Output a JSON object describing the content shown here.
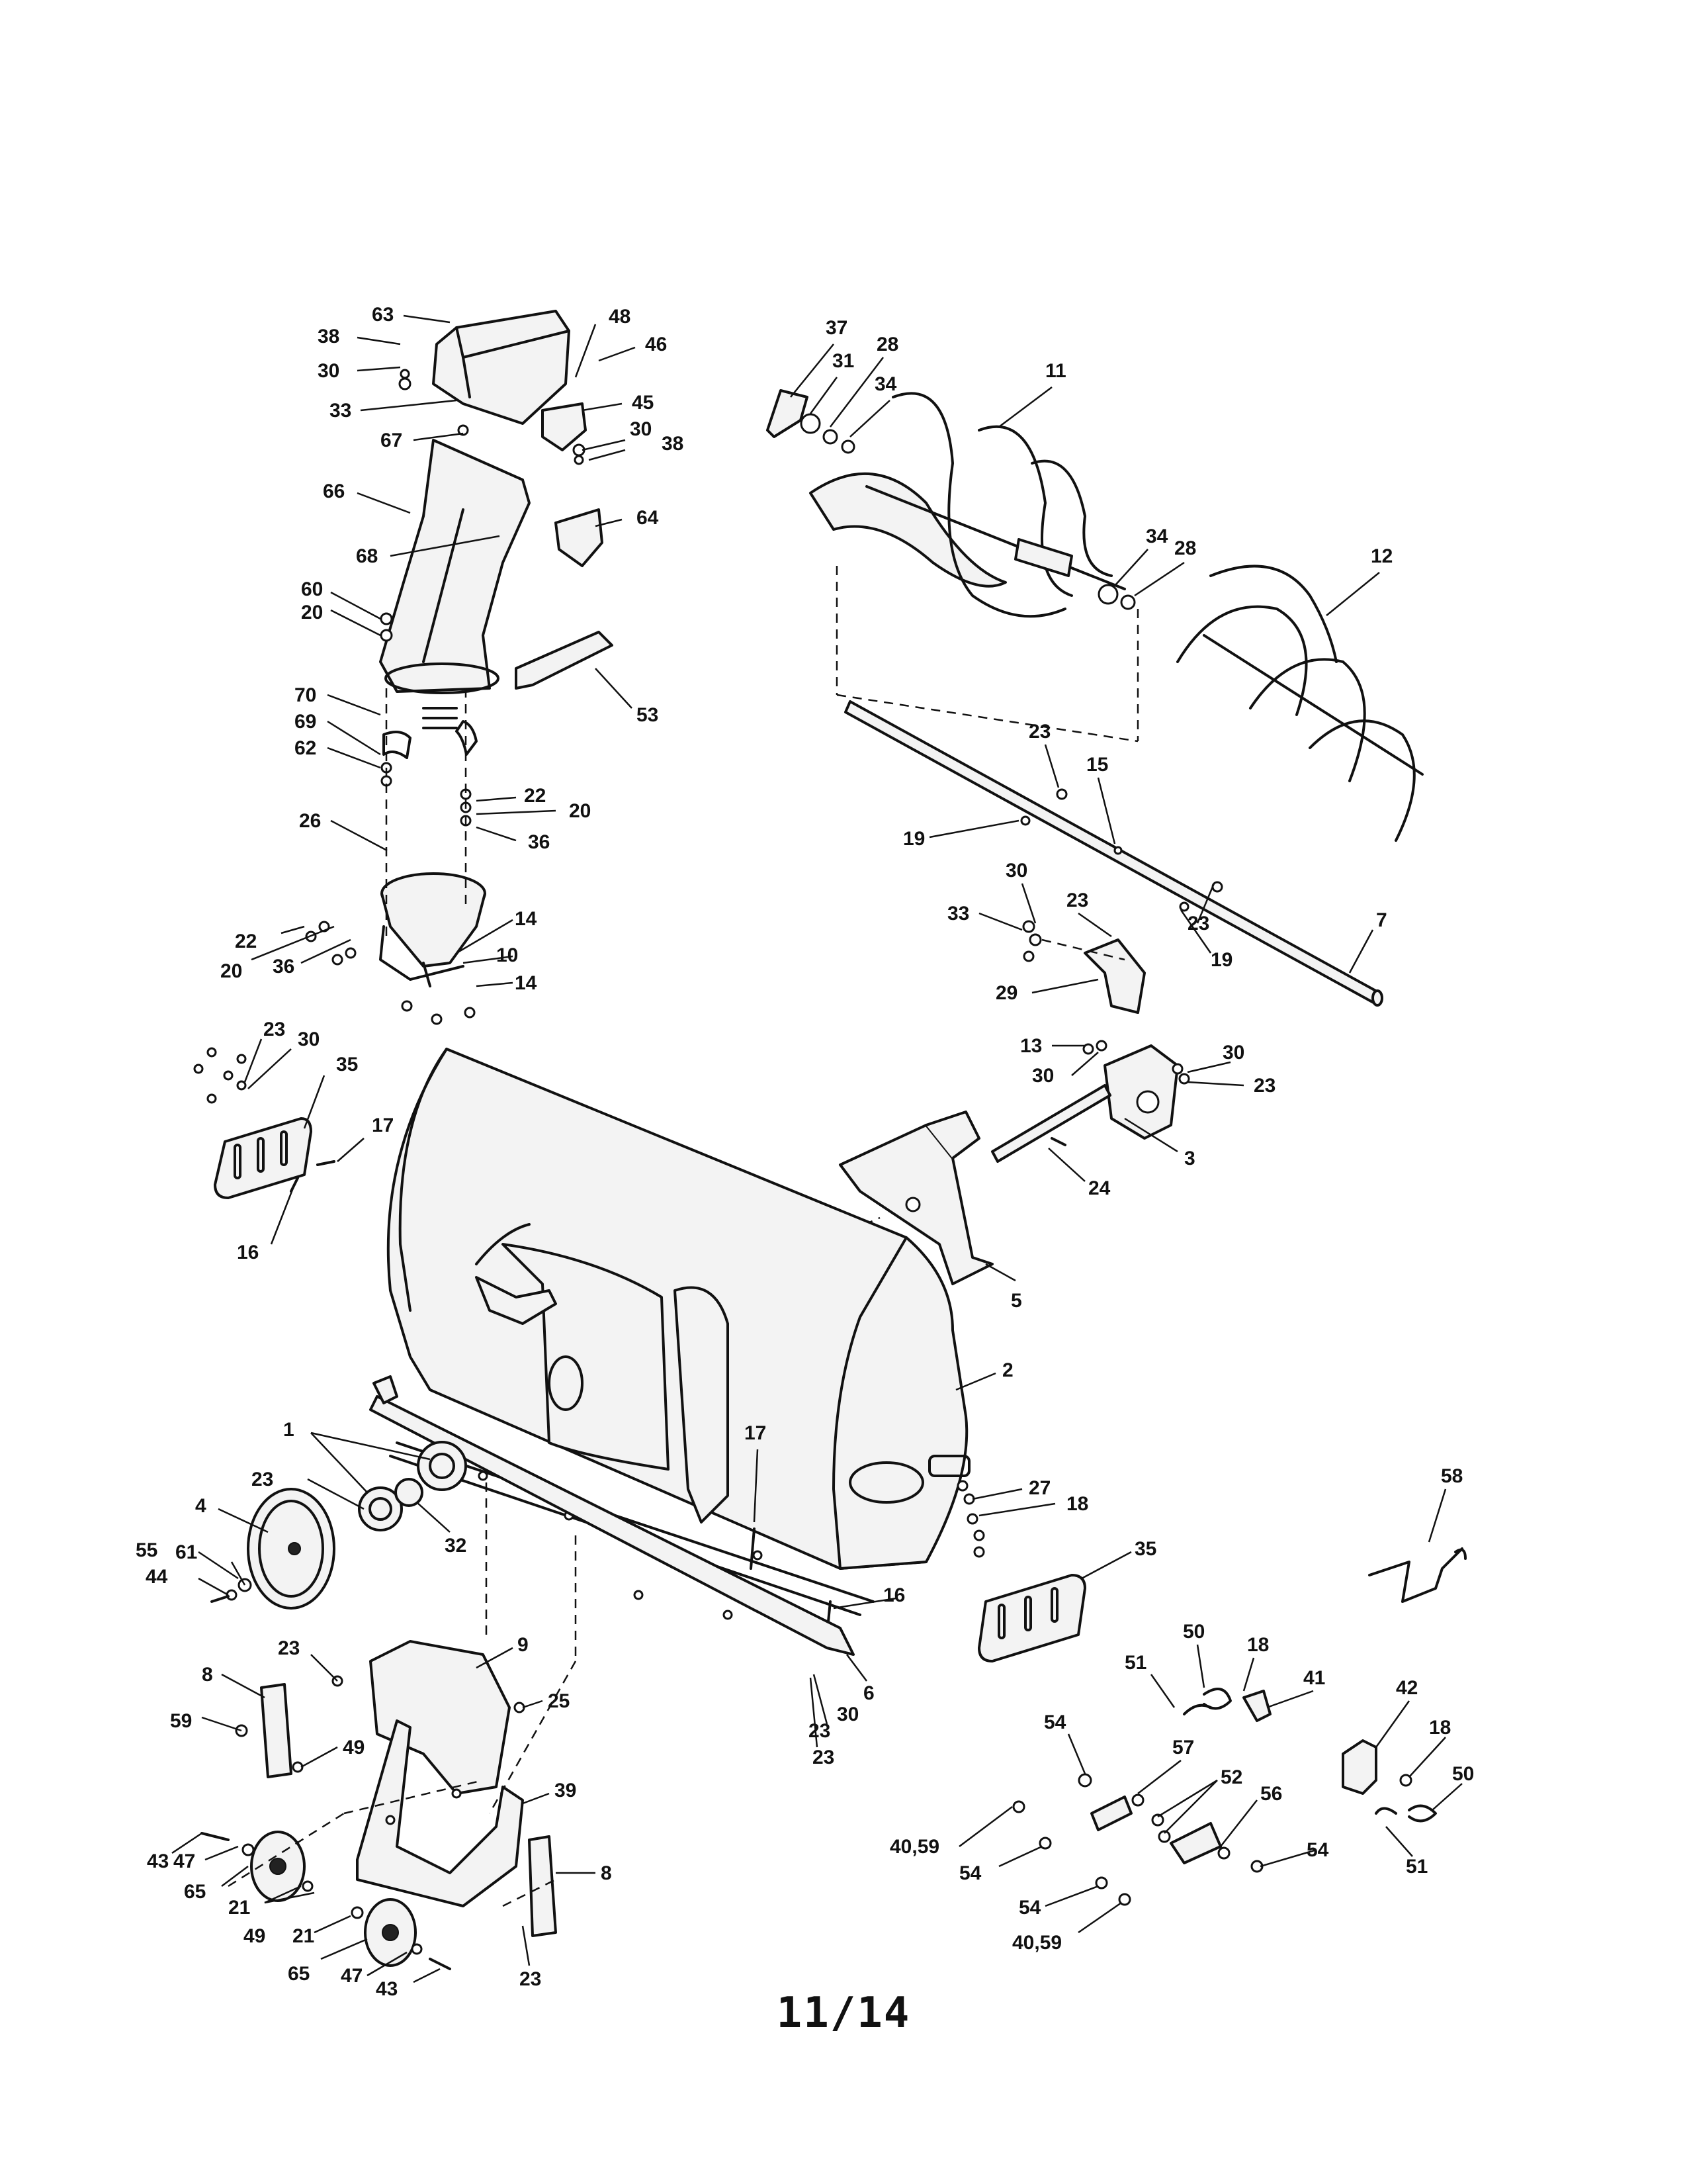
{
  "page": {
    "number": "11/14"
  },
  "labels": [
    "63",
    "38",
    "30",
    "48",
    "46",
    "33",
    "45",
    "67",
    "30",
    "38",
    "66",
    "68",
    "64",
    "60",
    "20",
    "53",
    "70",
    "69",
    "62",
    "22",
    "20",
    "26",
    "36",
    "22",
    "20",
    "36",
    "14",
    "10",
    "14",
    "37",
    "31",
    "28",
    "34",
    "11",
    "34",
    "28",
    "12",
    "23",
    "15",
    "19",
    "23",
    "30",
    "33",
    "23",
    "19",
    "7",
    "29",
    "13",
    "30",
    "30",
    "23",
    "24",
    "3",
    "5",
    "23",
    "30",
    "35",
    "17",
    "16",
    "2",
    "1",
    "23",
    "4",
    "32",
    "55",
    "61",
    "44",
    "17",
    "27",
    "18",
    "16",
    "35",
    "6",
    "23",
    "30",
    "23",
    "8",
    "59",
    "9",
    "23",
    "25",
    "49",
    "39",
    "43",
    "47",
    "65",
    "21",
    "49",
    "21",
    "65",
    "47",
    "43",
    "8",
    "23",
    "58",
    "50",
    "18",
    "41",
    "51",
    "54",
    "57",
    "52",
    "56",
    "42",
    "18",
    "50",
    "51",
    "40,59",
    "54",
    "54",
    "54",
    "40,59"
  ]
}
